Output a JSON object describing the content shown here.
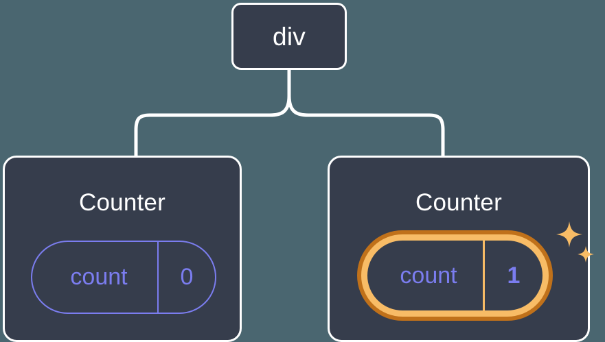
{
  "diagram": {
    "type": "component-tree",
    "background_color": "#4a6670",
    "node_fill_color": "#363d4c",
    "node_border_color": "#ffffff",
    "connector_color": "#ffffff",
    "accent_color": "#7b7def",
    "highlight_outer_color": "#c0711a",
    "highlight_inner_color": "#f8bc66",
    "root": {
      "label": "div"
    },
    "children": [
      {
        "title": "Counter",
        "state": {
          "key": "count",
          "value": "0",
          "highlighted": false
        }
      },
      {
        "title": "Counter",
        "state": {
          "key": "count",
          "value": "1",
          "highlighted": true
        },
        "sparkle_count": 2
      }
    ]
  }
}
